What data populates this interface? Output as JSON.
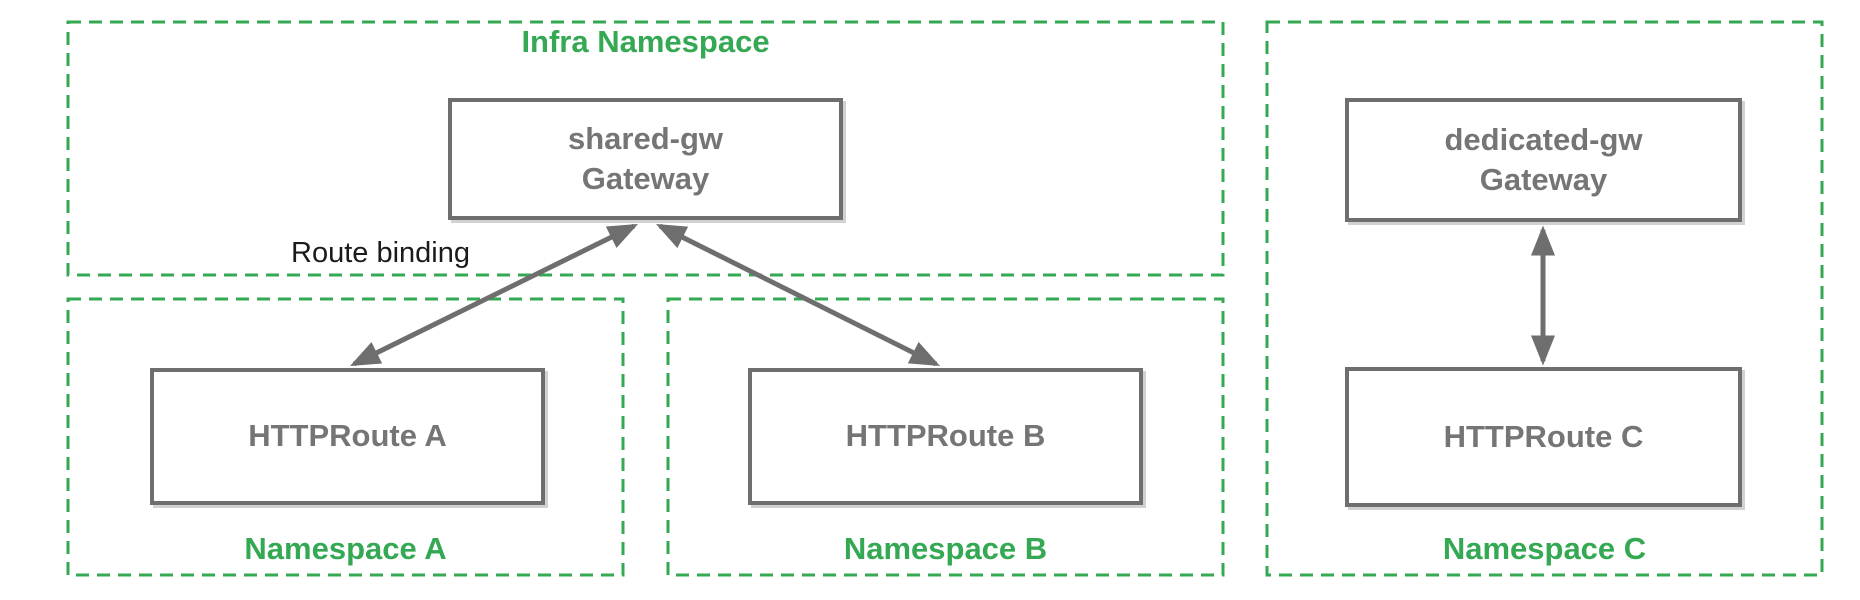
{
  "diagram": {
    "namespaces": {
      "infra": {
        "label": "Infra Namespace"
      },
      "a": {
        "label": "Namespace A"
      },
      "b": {
        "label": "Namespace B"
      },
      "c": {
        "label": "Namespace C"
      }
    },
    "nodes": {
      "shared_gw": {
        "name": "shared-gw",
        "kind": "Gateway"
      },
      "dedicated_gw": {
        "name": "dedicated-gw",
        "kind": "Gateway"
      },
      "route_a": {
        "label": "HTTPRoute A"
      },
      "route_b": {
        "label": "HTTPRoute B"
      },
      "route_c": {
        "label": "HTTPRoute C"
      }
    },
    "annotations": {
      "route_binding": "Route binding"
    },
    "colors": {
      "namespace_green": "#34A853",
      "node_gray": "#6E6E6E",
      "node_text_gray": "#757575",
      "annotation_black": "#1b1b1b",
      "background": "#FFFFFF"
    }
  }
}
